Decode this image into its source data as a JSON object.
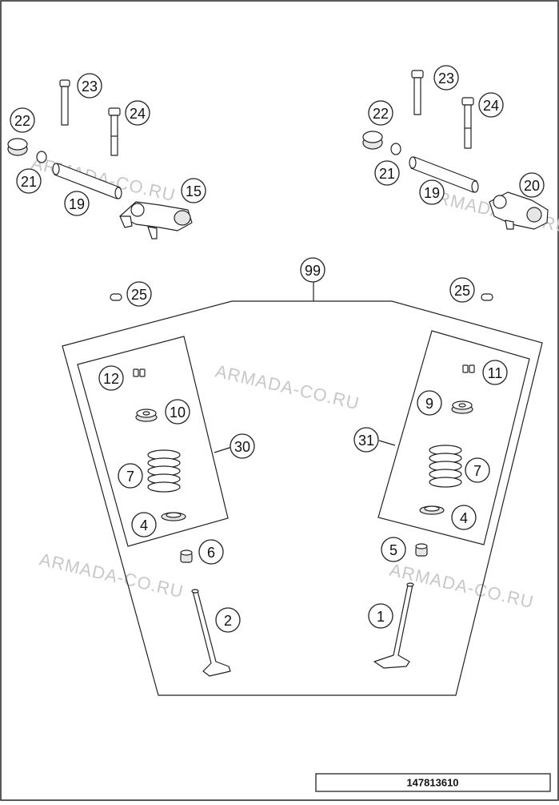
{
  "diagram": {
    "document_number": "147813610",
    "watermark_text": "ARMADA-CO.RU",
    "callouts": {
      "c23_left": "23",
      "c24_left": "24",
      "c22_left": "22",
      "c21_left": "21",
      "c19_left": "19",
      "c15": "15",
      "c23_right": "23",
      "c24_right": "24",
      "c22_right": "22",
      "c21_right": "21",
      "c19_right": "19",
      "c20": "20",
      "c99": "99",
      "c25_left": "25",
      "c25_right": "25",
      "c12": "12",
      "c10": "10",
      "c30": "30",
      "c7_left": "7",
      "c4_left": "4",
      "c11": "11",
      "c9": "9",
      "c31": "31",
      "c7_right": "7",
      "c4_right": "4",
      "c6": "6",
      "c5": "5",
      "c2": "2",
      "c1": "1"
    }
  }
}
